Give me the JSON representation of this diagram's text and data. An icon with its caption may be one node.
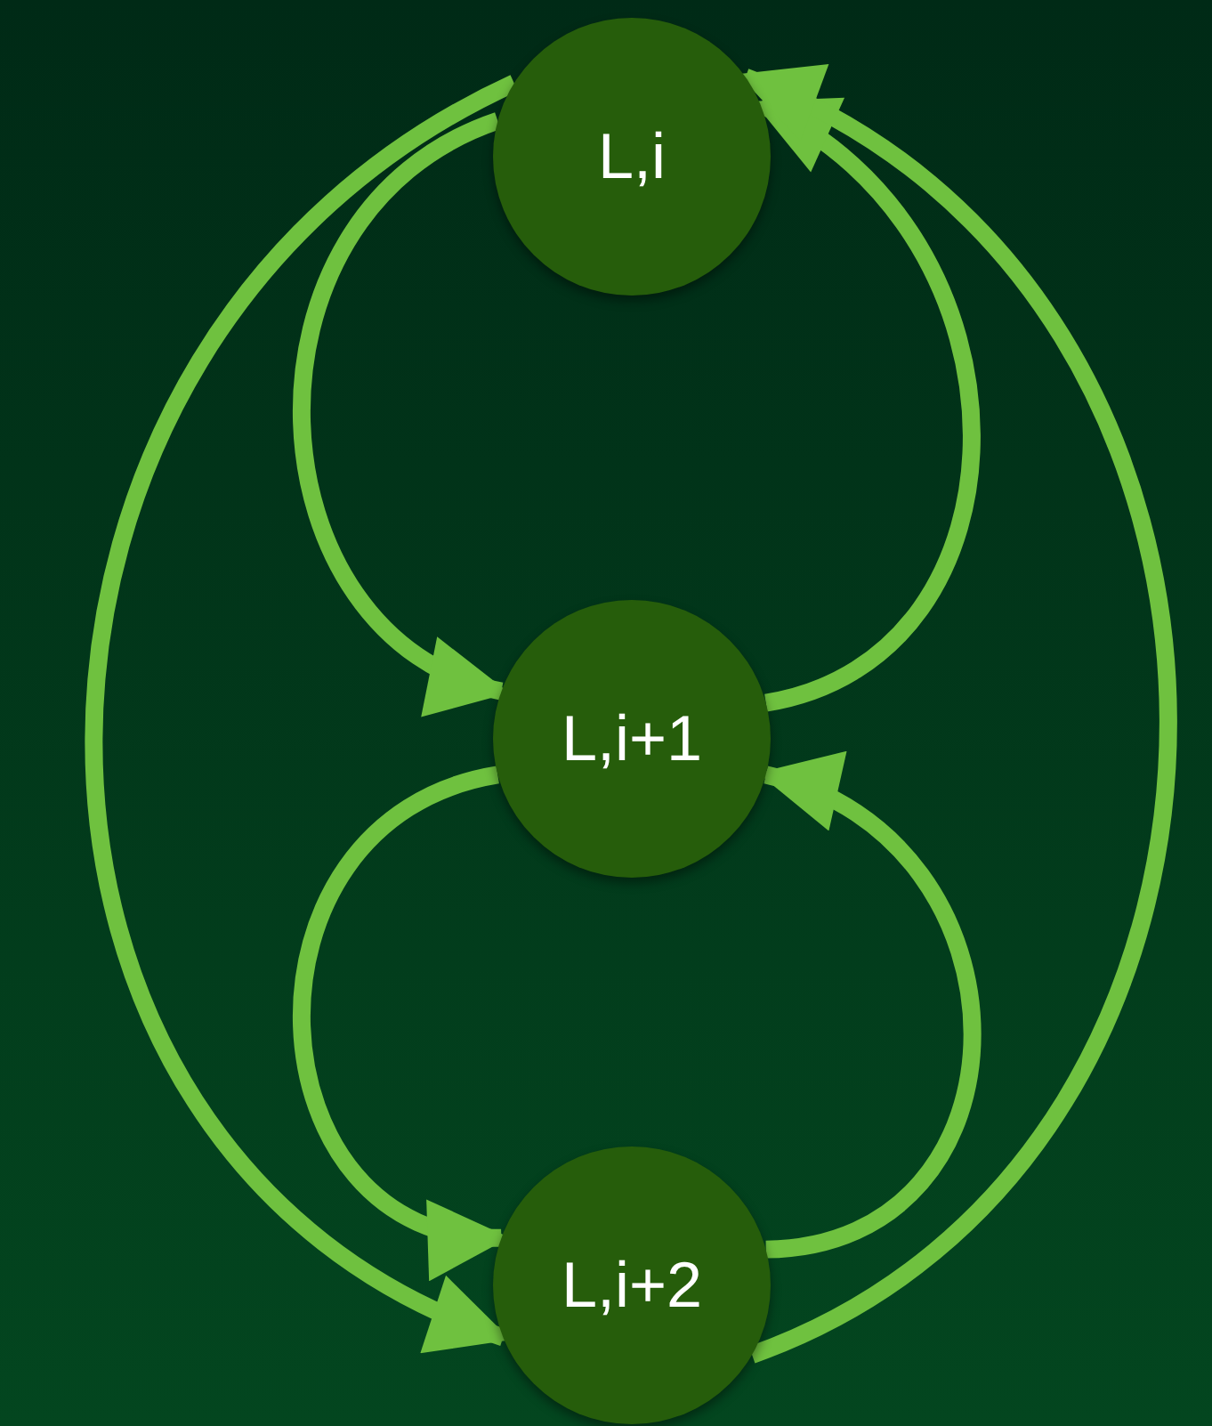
{
  "diagram": {
    "nodes": [
      {
        "text": [
          "L,i"
        ]
      },
      {
        "text": [
          "L,i+1"
        ]
      },
      {
        "text": [
          "L,i+2"
        ]
      }
    ],
    "edges": [
      {
        "from": 0,
        "to": 1,
        "arrow": "to"
      },
      {
        "from": 1,
        "to": 0,
        "arrow": "to"
      },
      {
        "from": 1,
        "to": 2,
        "arrow": "to"
      },
      {
        "from": 2,
        "to": 1,
        "arrow": "to"
      },
      {
        "from": 0,
        "to": 2,
        "arrow": "to"
      },
      {
        "from": 2,
        "to": 0,
        "arrow": "to"
      }
    ]
  }
}
